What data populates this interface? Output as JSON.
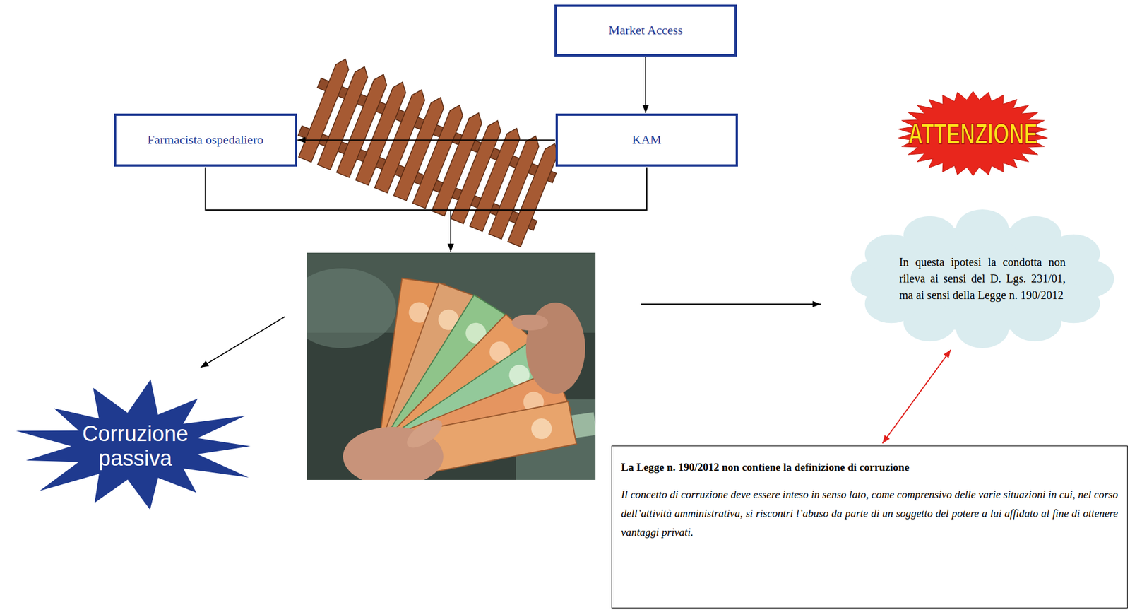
{
  "diagram": {
    "nodes": [
      {
        "text": [
          "Market Access"
        ]
      },
      {
        "text": [
          "Farmacista ospedaliero"
        ]
      },
      {
        "text": [
          "KAM"
        ]
      },
      {
        "text": [
          "ATTENZIONE"
        ]
      },
      {
        "text": [
          "In questa ipotesi la condotta non rileva ai sensi del D. Lgs. 231/01, ma ai sensi della Legge n. 190/2012"
        ]
      },
      {
        "text": [
          "Corruzione passiva"
        ]
      },
      {
        "text": [
          "La Legge n. 190/2012 non contiene la definizione di corruzione",
          "Il concetto di corruzione deve essere inteso in senso lato, come comprensivo delle varie situazioni in cui, nel corso dell’attività amministrativa, si riscontri l’abuso da parte di un soggetto del potere a lui affidato al fine di ottenere vantaggi privati."
        ]
      }
    ],
    "edges": [
      {
        "from": 0,
        "to": 2,
        "arrow": "to"
      },
      {
        "from": 2,
        "to": 1,
        "arrow": "to"
      },
      {
        "from": 1,
        "to": 2,
        "arrow": "none"
      },
      {
        "from": 4,
        "to": 6,
        "arrow": "both"
      }
    ]
  }
}
